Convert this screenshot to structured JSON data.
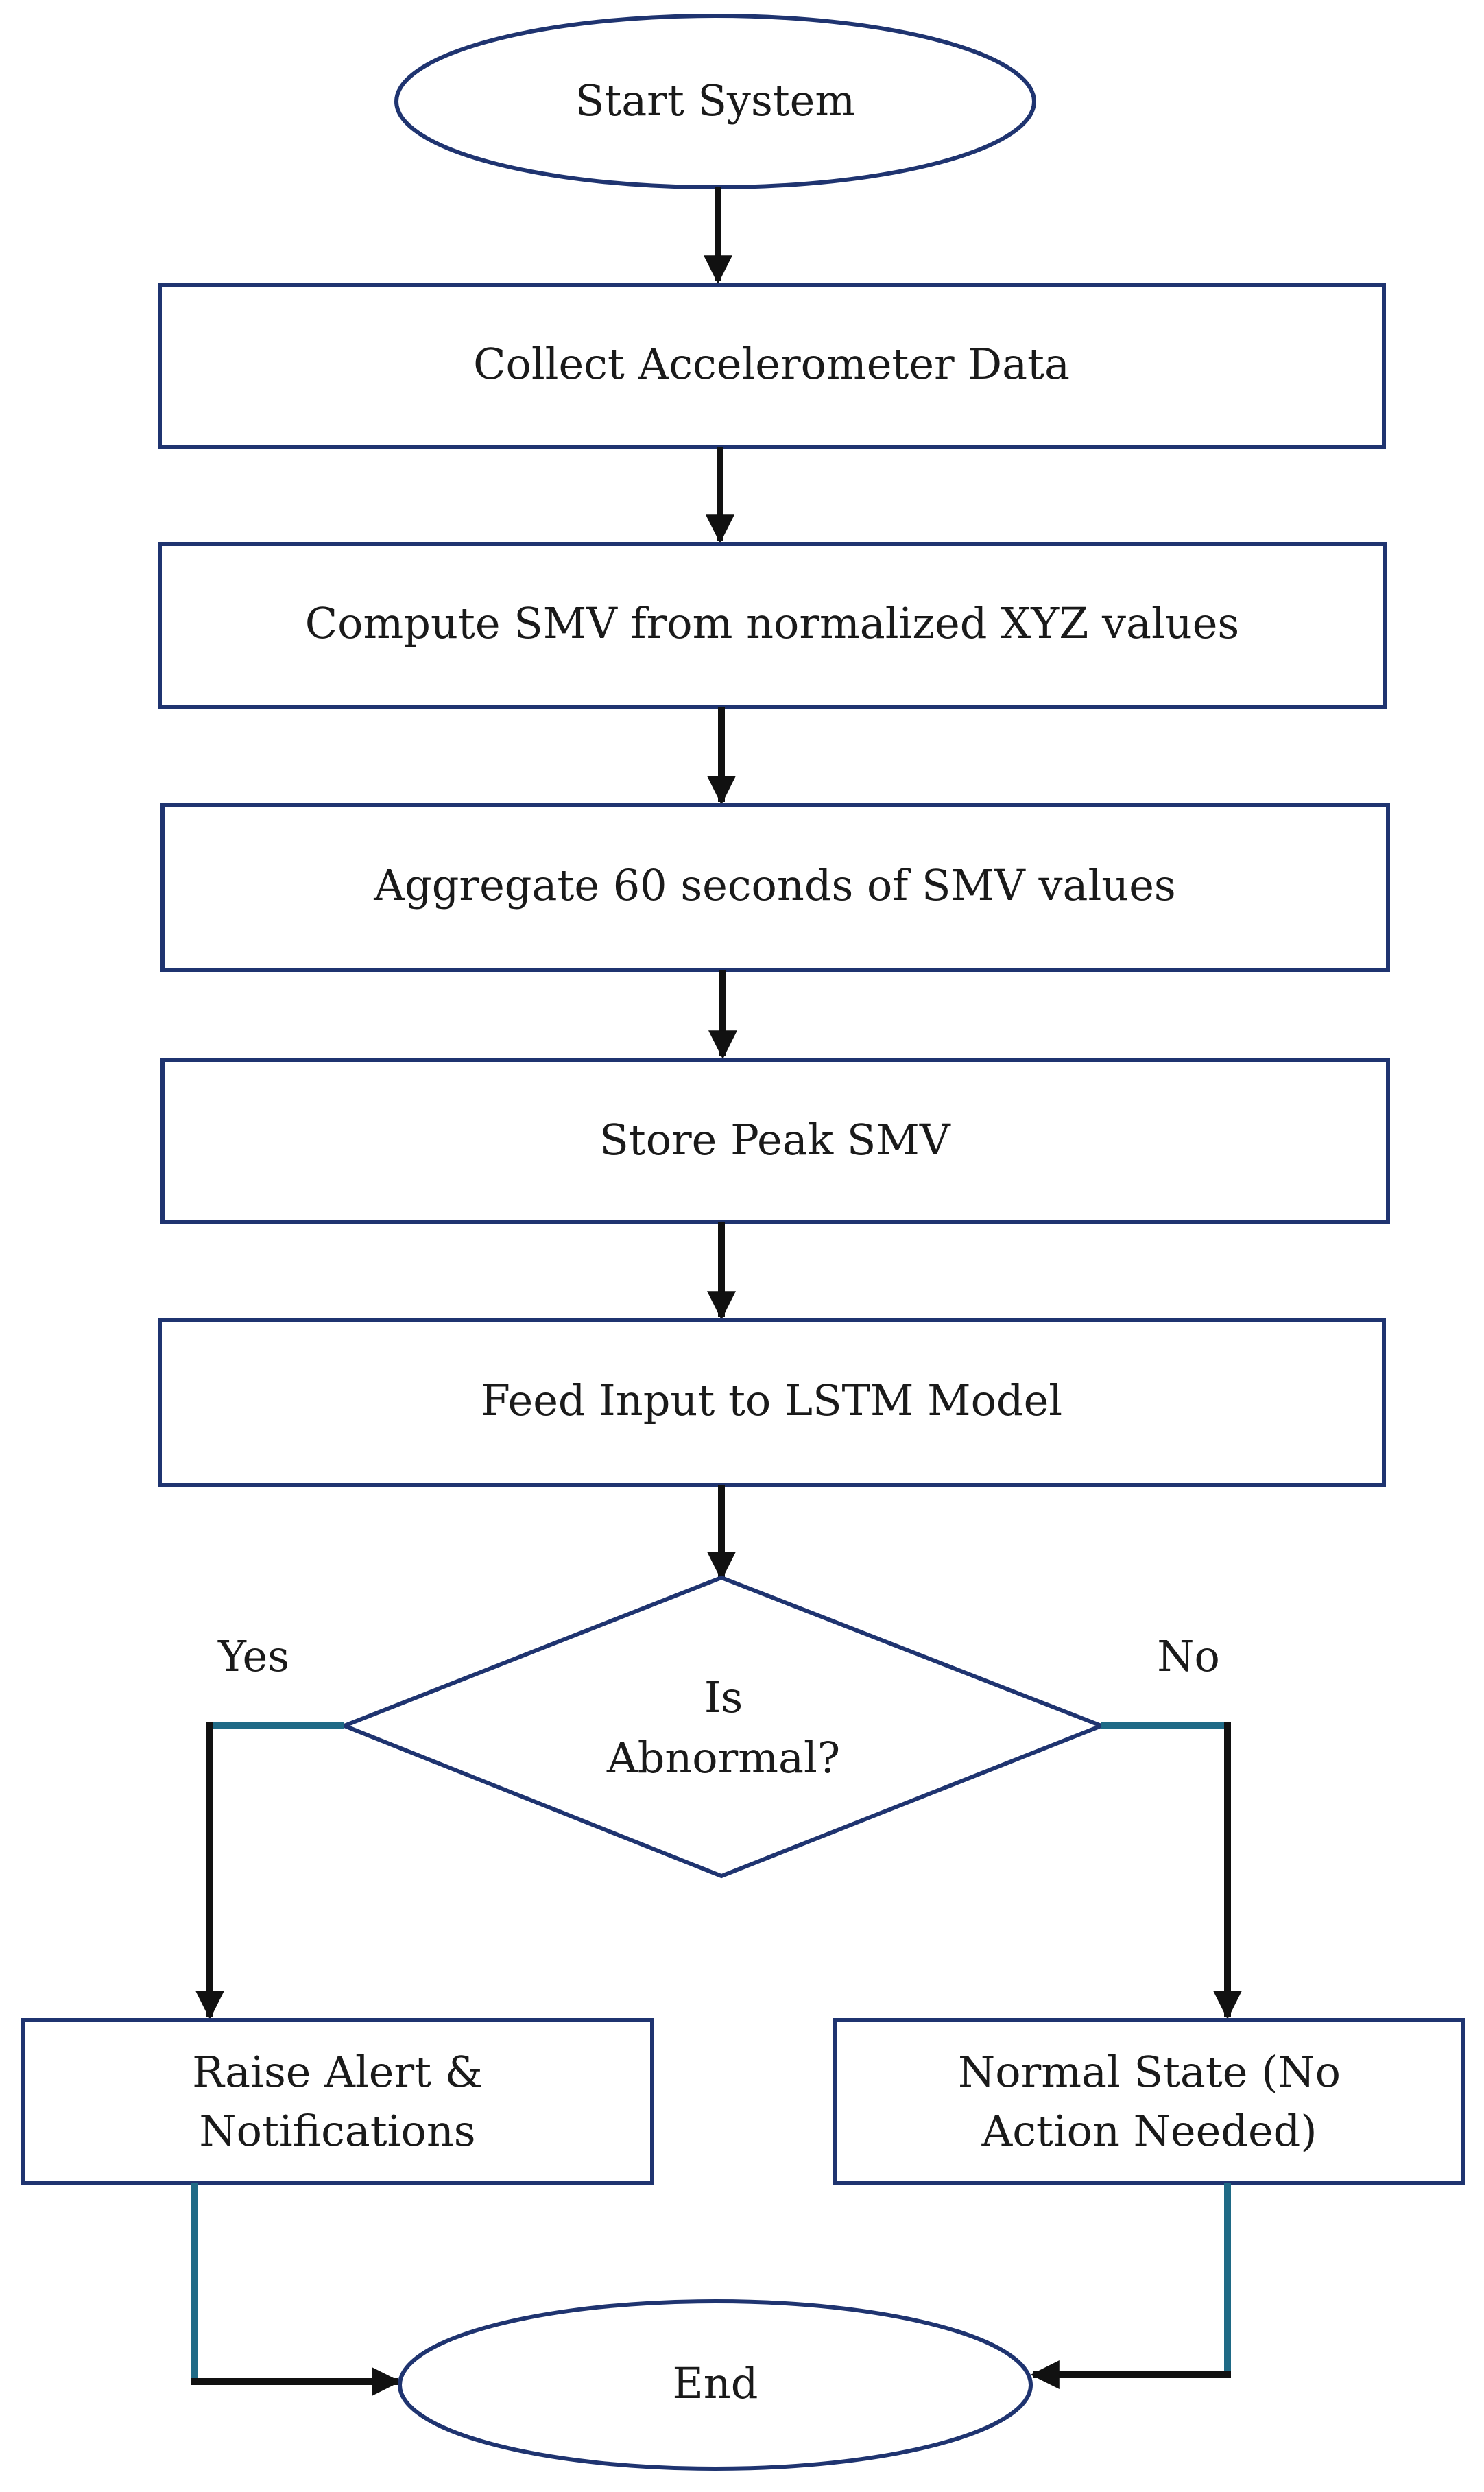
{
  "flowchart": {
    "start": "Start System",
    "steps": [
      "Collect Accelerometer Data",
      "Compute SMV from normalized XYZ values",
      "Aggregate 60 seconds of SMV values",
      "Store Peak SMV",
      "Feed Input to LSTM Model"
    ],
    "decision": {
      "line1": "Is",
      "line2": "Abnormal?",
      "yes_label": "Yes",
      "no_label": "No"
    },
    "yes_branch": {
      "line1": "Raise Alert &",
      "line2": "Notifications"
    },
    "no_branch": {
      "line1": "Normal State (No",
      "line2": "Action Needed)"
    },
    "end": "End"
  }
}
